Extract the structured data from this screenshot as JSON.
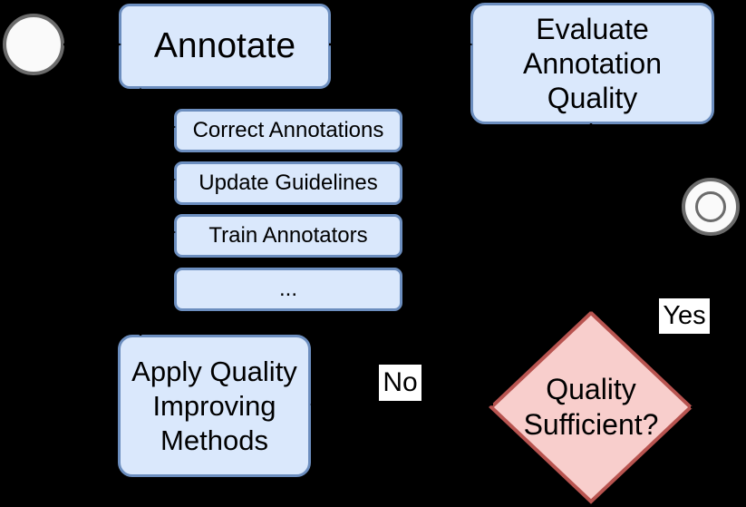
{
  "diagram": {
    "type": "flowchart",
    "background_color": "#000000",
    "nodes": {
      "start": {
        "shape": "circle",
        "role": "start"
      },
      "annotate": {
        "label": "Annotate"
      },
      "evaluate": {
        "label": "Evaluate Annotation Quality"
      },
      "decision": {
        "label": "Quality Sufficient?"
      },
      "apply": {
        "label": "Apply Quality Improving Methods"
      },
      "methods": [
        {
          "label": "Correct Annotations"
        },
        {
          "label": "Update Guidelines"
        },
        {
          "label": "Train Annotators"
        },
        {
          "label": "..."
        }
      ],
      "end": {
        "shape": "double-circle",
        "role": "end"
      }
    },
    "edge_labels": {
      "yes": "Yes",
      "no": "No"
    },
    "colors": {
      "process_fill": "#dae8fc",
      "process_stroke": "#6c8ebf",
      "decision_fill": "#f8cecc",
      "decision_stroke": "#b85450",
      "terminal_fill": "#fafafa",
      "terminal_stroke": "#6b6b6b",
      "connector": "#000000",
      "edge_label_background": "#ffffff",
      "text": "#000000"
    }
  }
}
